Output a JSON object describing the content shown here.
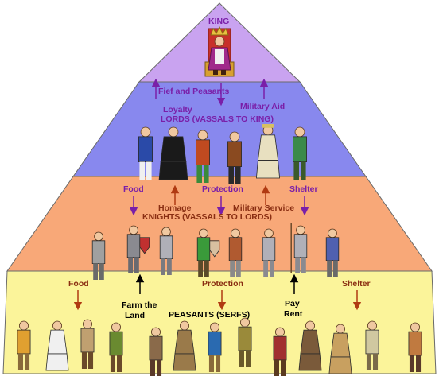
{
  "colors": {
    "tier_king": "#c9a3f0",
    "tier_lords": "#8888ee",
    "tier_knights": "#f8a878",
    "tier_peasants": "#fbf49a",
    "outline": "#6a6a6a",
    "purple_text": "#7a1fa8",
    "brown_text": "#8a2e12",
    "purple_arrow": "#7a1fa8",
    "brown_arrow": "#b03a12"
  },
  "tiers": {
    "king": {
      "title": "KING",
      "figure_icon": "king-on-throne-icon"
    },
    "lords": {
      "title": "LORDS (VASSALS TO KING)",
      "fief_label": "Fief and Peasants",
      "loyalty_label": "Loyalty",
      "military_aid_label": "Military Aid",
      "figure_icon": "lord-figure-icon"
    },
    "knights": {
      "title": "KNIGHTS (VASSALS TO LORDS)",
      "food_label": "Food",
      "protection_label": "Protection",
      "shelter_label": "Shelter",
      "homage_label": "Homage",
      "military_service_label": "Military Service",
      "figure_icon": "knight-figure-icon"
    },
    "peasants": {
      "title": "PEASANTS (SERFS)",
      "food_label": "Food",
      "protection_label": "Protection",
      "shelter_label": "Shelter",
      "farm_label_1": "Farm the",
      "farm_label_2": "Land",
      "pay_label_1": "Pay",
      "pay_label_2": "Rent",
      "figure_icon": "peasant-figure-icon"
    }
  }
}
